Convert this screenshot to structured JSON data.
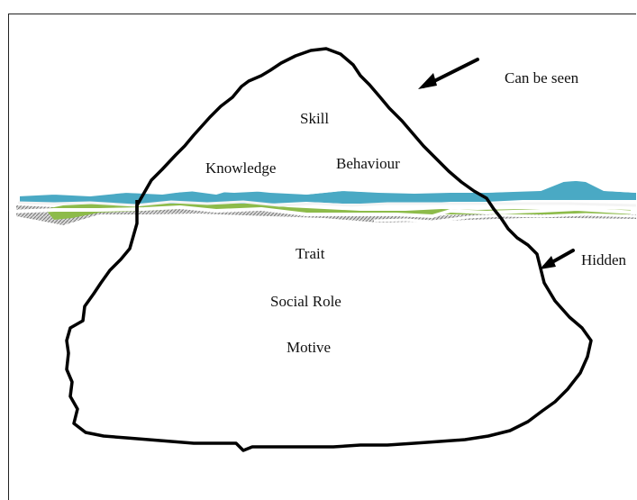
{
  "labels": {
    "visible": "Can be seen",
    "hidden": "Hidden",
    "skill": "Skill",
    "knowledge": "Knowledge",
    "behaviour": "Behaviour",
    "trait": "Trait",
    "social_role": "Social Role",
    "motive": "Motive"
  },
  "colors": {
    "outline": "#000000",
    "water_blue": "#4aa9c4",
    "water_green": "#8dbb4a",
    "water_hatch": "#9a9a9a",
    "background": "#ffffff"
  }
}
